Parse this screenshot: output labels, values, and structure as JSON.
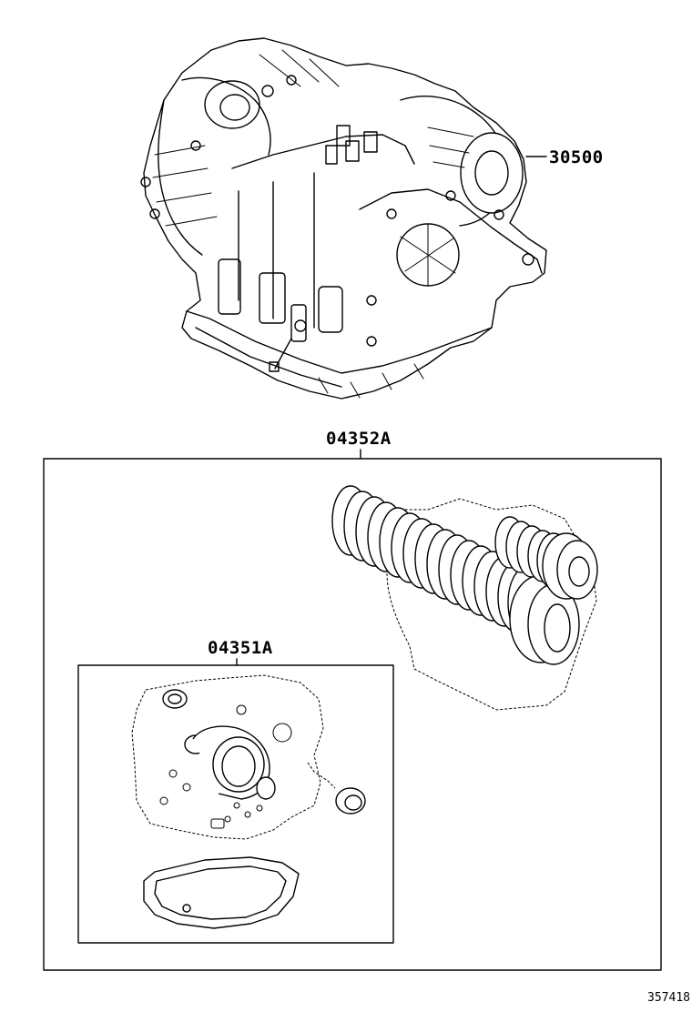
{
  "parts": {
    "transaxle_assy": {
      "part_no": "30500"
    },
    "overhaul_kit": {
      "part_no": "04352A"
    },
    "gasket_kit": {
      "part_no": "04351A"
    }
  },
  "illustration_ref": "357418",
  "colors": {
    "line": "#000000",
    "background": "#ffffff"
  }
}
